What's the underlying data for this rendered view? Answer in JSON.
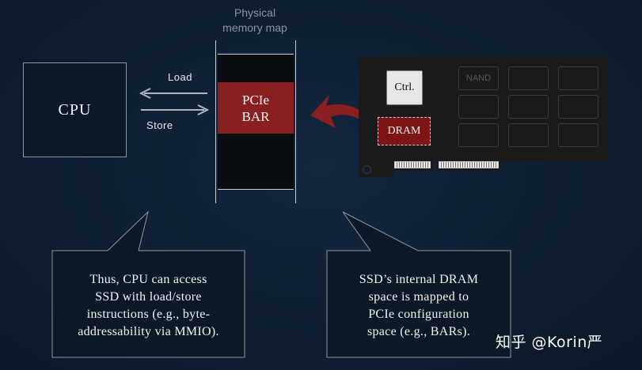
{
  "cpu": {
    "label": "CPU"
  },
  "arrows": {
    "load_label": "Load",
    "store_label": "Store"
  },
  "memory_map": {
    "title_line1": "Physical",
    "title_line2": "memory map",
    "bar_line1": "PCIe",
    "bar_line2": "BAR"
  },
  "ssd": {
    "controller_label": "Ctrl.",
    "dram_label": "DRAM",
    "nand_label": "NAND"
  },
  "callouts": {
    "left": {
      "lines": [
        "Thus, CPU can access",
        "SSD with load/store",
        "instructions (e.g., byte-",
        "addressability via MMIO)."
      ]
    },
    "right": {
      "lines": [
        "SSD’s internal DRAM",
        "space is mapped to",
        "PCIe configuration",
        "space (e.g., BARs)."
      ]
    }
  },
  "watermark": {
    "text": "知乎 @Korin严"
  },
  "colors": {
    "background": "#0e1d31",
    "bar_red": "#8a1f22",
    "dram_red": "#7d1416",
    "curved_arrow": "#8a1f22",
    "line_gray": "#c8ced4"
  }
}
